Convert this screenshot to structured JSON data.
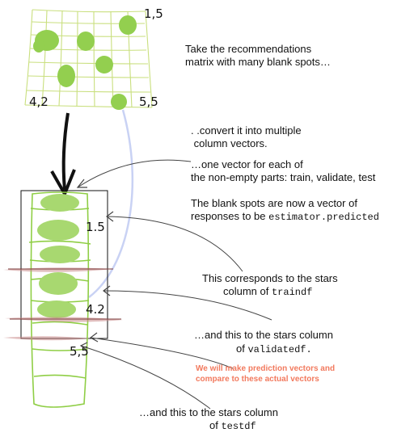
{
  "matrix": {
    "corner_label": "1,5",
    "bottom_left_label": "4,2",
    "bottom_right_label": "5,5",
    "caption": "Take the recommendations\nmatrix with many blank spots…"
  },
  "vectors": {
    "label_top": "1.5",
    "label_mid": "4.2",
    "label_bottom": "5,5"
  },
  "annotations": {
    "convert": ". .convert it into multiple\n column vectors.",
    "one_vector": "…one vector for each of\nthe non-empty parts: train, validate, test",
    "blank_spots_line1": "The blank spots are now a vector of",
    "blank_spots_line2_prefix": "responses to be ",
    "blank_spots_line2_code": "estimator.predicted",
    "train_line1": "This corresponds to the stars",
    "train_line2_prefix": "column of ",
    "train_line2_code": "traindf",
    "validate_line1": "…and this to the stars column",
    "validate_line2_prefix": "of ",
    "validate_line2_code": "validatedf.",
    "note": "We will make prediction vectors and\ncompare to these actual vectors",
    "test_line1": "…and this to the stars column",
    "test_line2_prefix": "of ",
    "test_line2_code": "testdf"
  },
  "colors": {
    "grid": "#c9df7e",
    "blob": "#93cf4f",
    "blob_light": "#a8d870",
    "column_outline": "#8fce45",
    "split_band": "#c98a8a",
    "curve_blue": "#c9d2f4",
    "note": "#f27a5e"
  }
}
